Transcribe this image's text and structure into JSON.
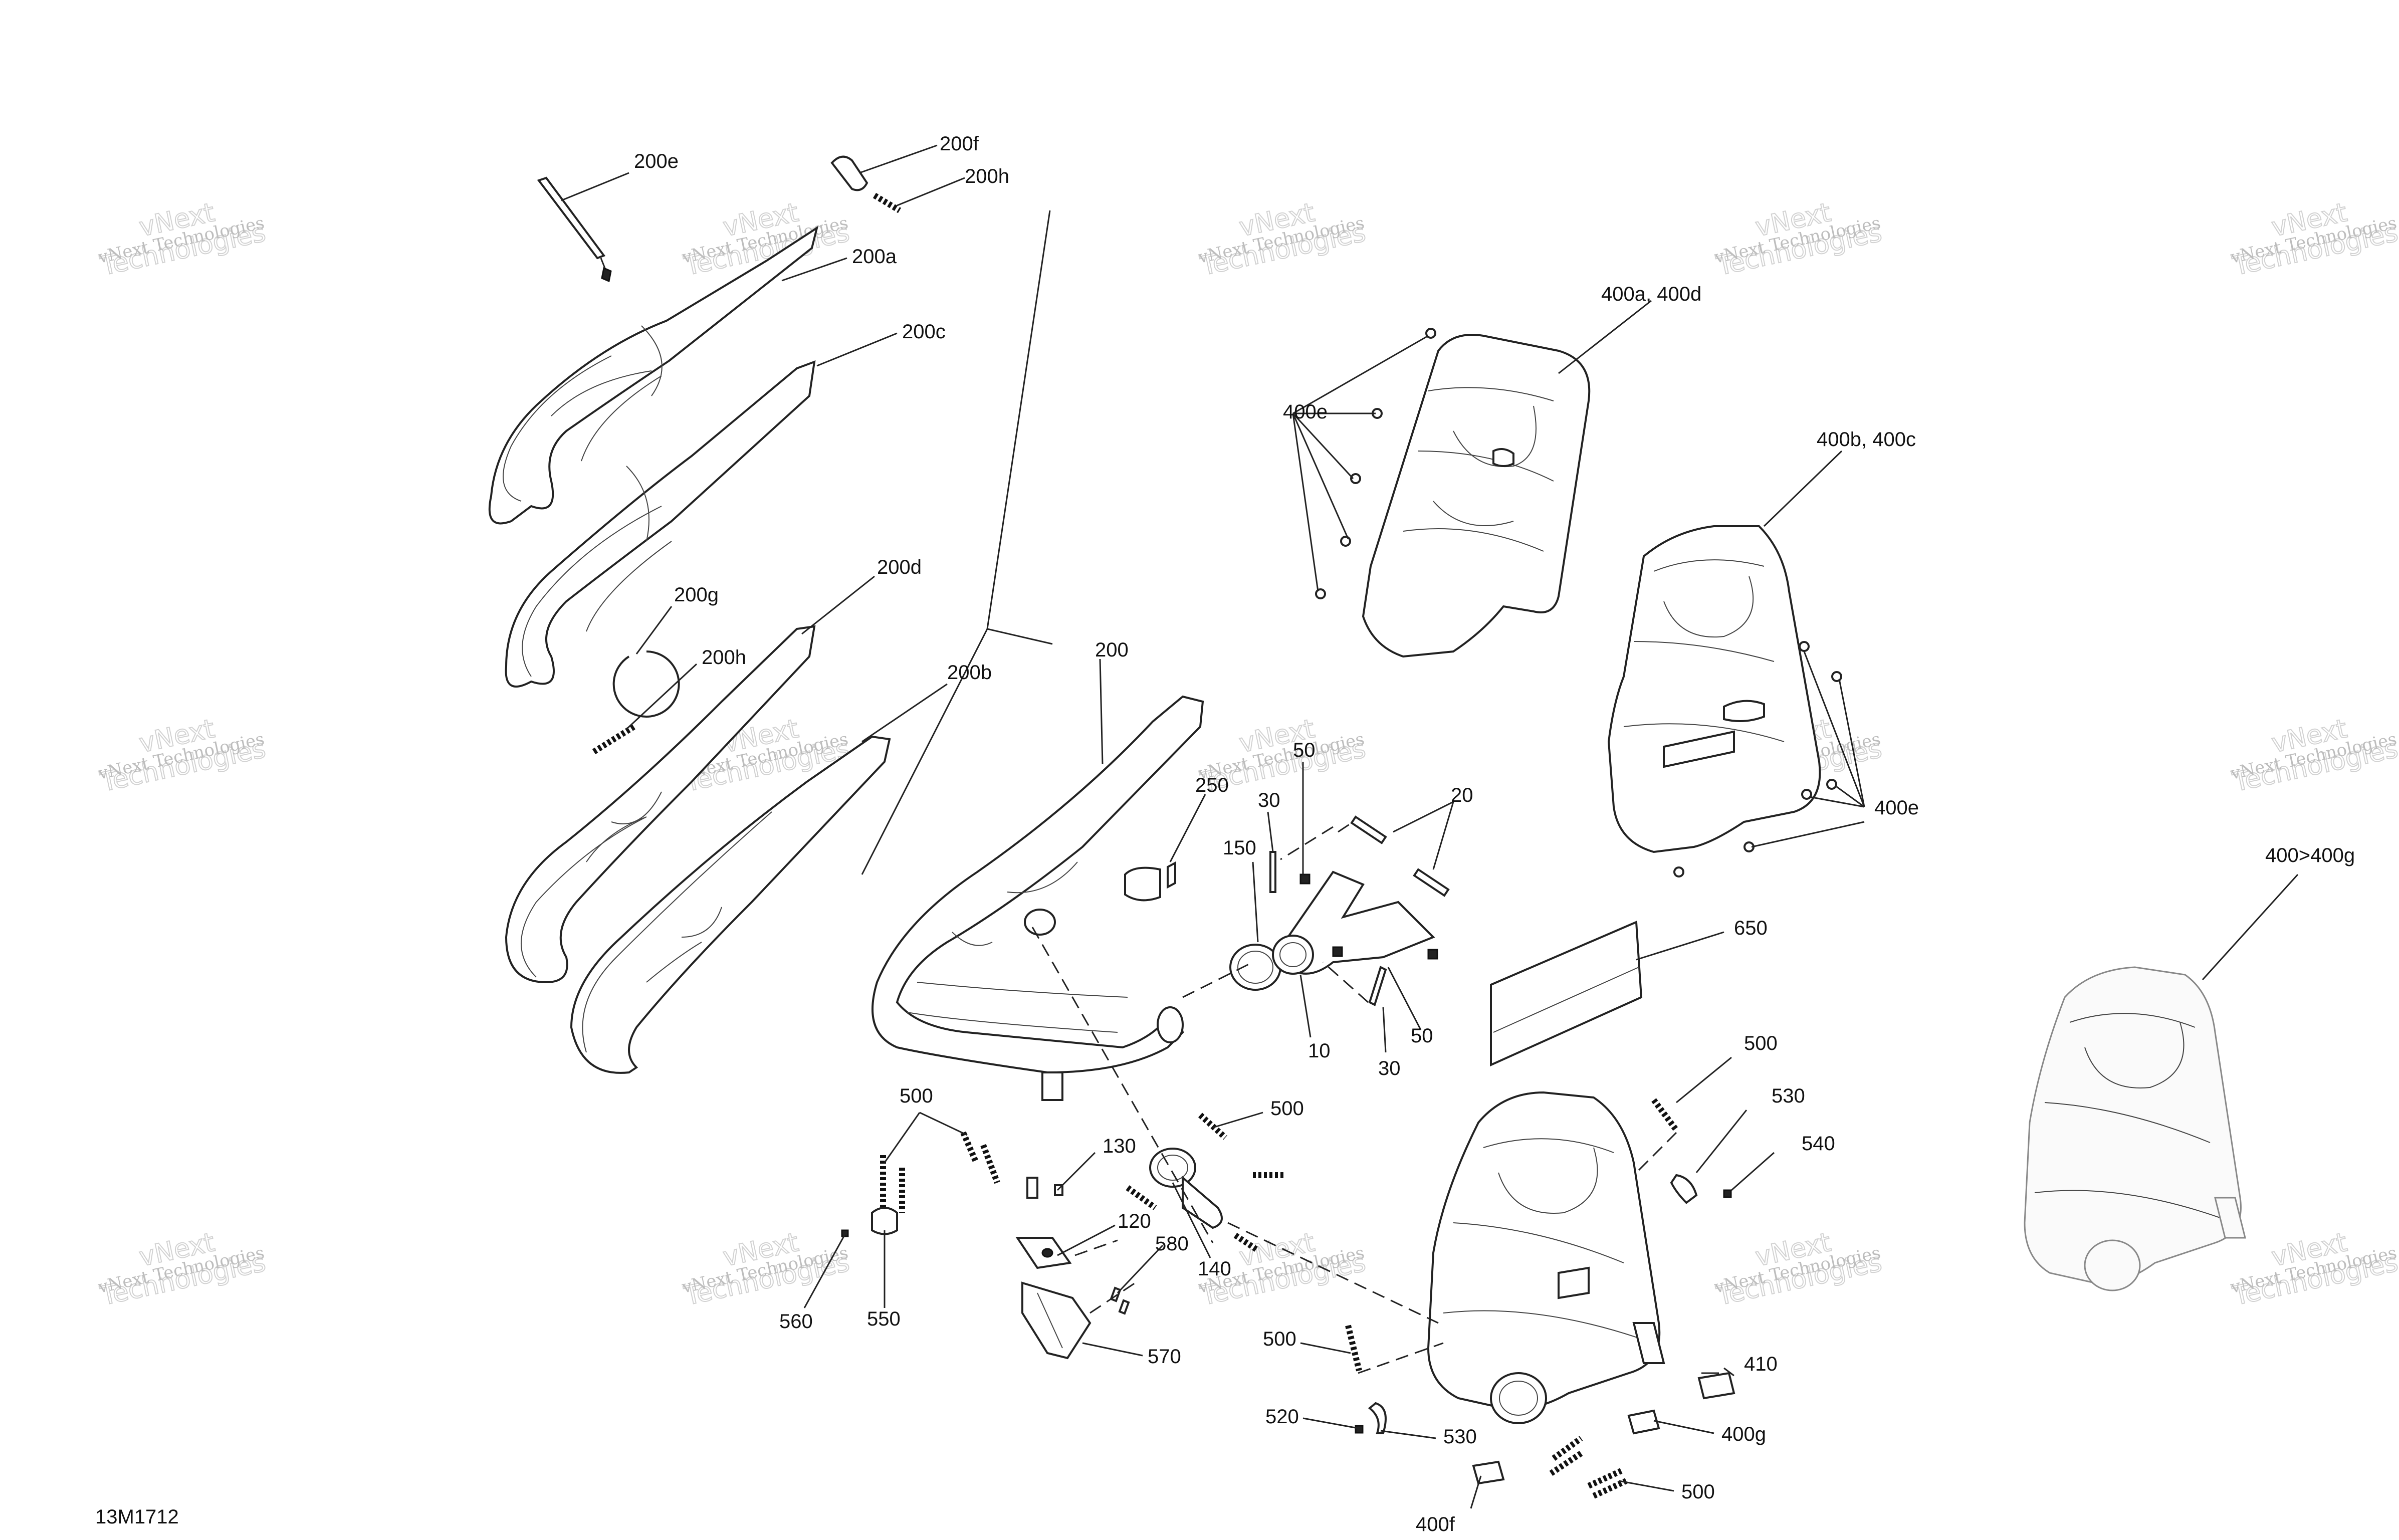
{
  "drawing_number": "13M1712",
  "watermark": {
    "line1": "vNext Technologies",
    "line2": "vNext",
    "line3": "Technologies"
  },
  "callouts": [
    {
      "id": "200e",
      "text": "200e"
    },
    {
      "id": "200f",
      "text": "200f"
    },
    {
      "id": "200h-top",
      "text": "200h"
    },
    {
      "id": "200a",
      "text": "200a"
    },
    {
      "id": "200c",
      "text": "200c"
    },
    {
      "id": "200g",
      "text": "200g"
    },
    {
      "id": "200d",
      "text": "200d"
    },
    {
      "id": "200h-mid",
      "text": "200h"
    },
    {
      "id": "200b",
      "text": "200b"
    },
    {
      "id": "200",
      "text": "200"
    },
    {
      "id": "250",
      "text": "250"
    },
    {
      "id": "50-top",
      "text": "50"
    },
    {
      "id": "30-top",
      "text": "30"
    },
    {
      "id": "20",
      "text": "20"
    },
    {
      "id": "150",
      "text": "150"
    },
    {
      "id": "10",
      "text": "10"
    },
    {
      "id": "30-bot",
      "text": "30"
    },
    {
      "id": "50-bot",
      "text": "50"
    },
    {
      "id": "400a-400d",
      "text": "400a, 400d"
    },
    {
      "id": "400e-top",
      "text": "400e"
    },
    {
      "id": "400b-400c",
      "text": "400b, 400c"
    },
    {
      "id": "400e-right",
      "text": "400e"
    },
    {
      "id": "400-400g",
      "text": "400>400g"
    },
    {
      "id": "650",
      "text": "650"
    },
    {
      "id": "500-right",
      "text": "500"
    },
    {
      "id": "530-right",
      "text": "530"
    },
    {
      "id": "540",
      "text": "540"
    },
    {
      "id": "410",
      "text": "410"
    },
    {
      "id": "400g",
      "text": "400g"
    },
    {
      "id": "500-bottom",
      "text": "500"
    },
    {
      "id": "400f",
      "text": "400f"
    },
    {
      "id": "530-bottom",
      "text": "530"
    },
    {
      "id": "520",
      "text": "520"
    },
    {
      "id": "500-lower",
      "text": "500"
    },
    {
      "id": "500-mid",
      "text": "500"
    },
    {
      "id": "500-left",
      "text": "500"
    },
    {
      "id": "130",
      "text": "130"
    },
    {
      "id": "120",
      "text": "120"
    },
    {
      "id": "580",
      "text": "580"
    },
    {
      "id": "140",
      "text": "140"
    },
    {
      "id": "570",
      "text": "570"
    },
    {
      "id": "560",
      "text": "560"
    },
    {
      "id": "550",
      "text": "550"
    }
  ]
}
